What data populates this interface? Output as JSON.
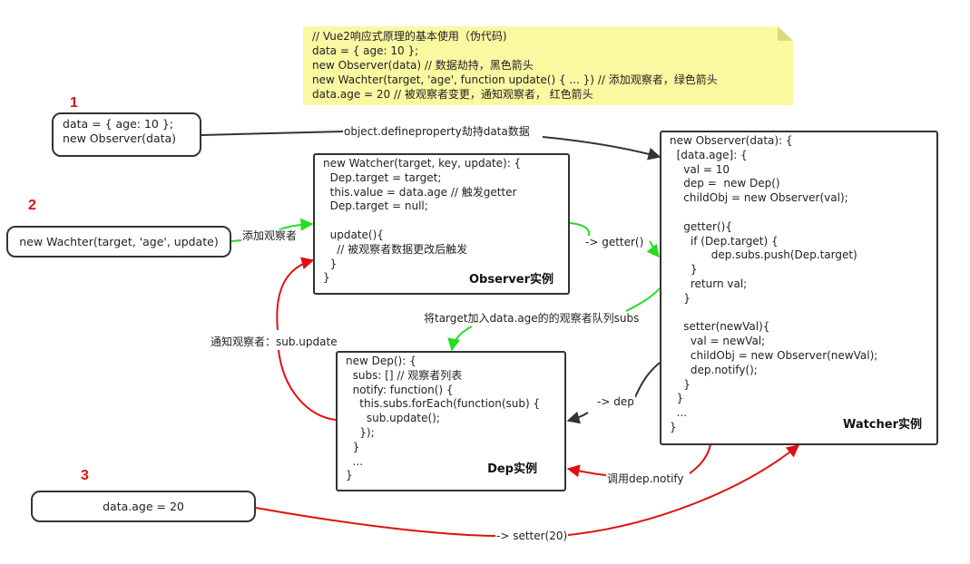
{
  "note": {
    "lines": [
      "// Vue2响应式原理的基本使用（伪代码)",
      "data = { age: 10 };",
      "new Observer(data) // 数据劫持，黑色箭头",
      "new Wachter(target, 'age', function update() { ... }) // 添加观察者，绿色箭头",
      "data.age = 20 // 被观察者变更，通知观察者， 红色箭头"
    ]
  },
  "steps": {
    "one": {
      "number": "1",
      "lines": [
        "data = { age: 10 };",
        "new Observer(data)"
      ]
    },
    "two": {
      "number": "2",
      "text": "new Wachter(target, 'age', update)"
    },
    "three": {
      "number": "3",
      "text": "data.age = 20"
    }
  },
  "boxes": {
    "watcher_code": {
      "title": "Observer实例",
      "code": "new Watcher(target, key, update): {\n  Dep.target = target;\n  this.value = data.age // 触发getter\n  Dep.target = null;\n\n  update(){\n    // 被观察者数据更改后触发\n  }\n}"
    },
    "observer_code": {
      "title": "Watcher实例",
      "code": "new Observer(data): {\n  [data.age]: {\n    val = 10\n    dep =  new Dep()\n    childObj = new Observer(val);\n\n    getter(){\n      if (Dep.target) {\n            dep.subs.push(Dep.target)\n      }\n      return val;\n    }\n\n    setter(newVal){\n      val = newVal;\n      childObj = new Observer(newVal);\n      dep.notify();\n    }\n  }\n  ...\n}"
    },
    "dep_code": {
      "title": "Dep实例",
      "code": "new Dep(): {\n  subs: [] // 观察者列表\n  notify: function() {\n    this.subs.forEach(function(sub) {\n      sub.update();\n    });\n  }\n  ...\n}"
    }
  },
  "edge_labels": {
    "define_property": "object.defineproperty劫持data数据",
    "add_watcher": "添加观察者",
    "to_getter": "-> getter()",
    "add_to_subs": "将target加入data.age的的观察者队列subs",
    "notify_update": "通知观察者：sub.update",
    "to_dep": "-> dep",
    "call_notify": "调用dep.notify",
    "to_setter": "-> setter(20)"
  },
  "colors": {
    "hijack_arrow": "#333333",
    "watcher_arrow": "#22dd22",
    "notify_arrow": "#e01010",
    "note_background": "#fbf8a2",
    "step_number": "#e01010"
  }
}
